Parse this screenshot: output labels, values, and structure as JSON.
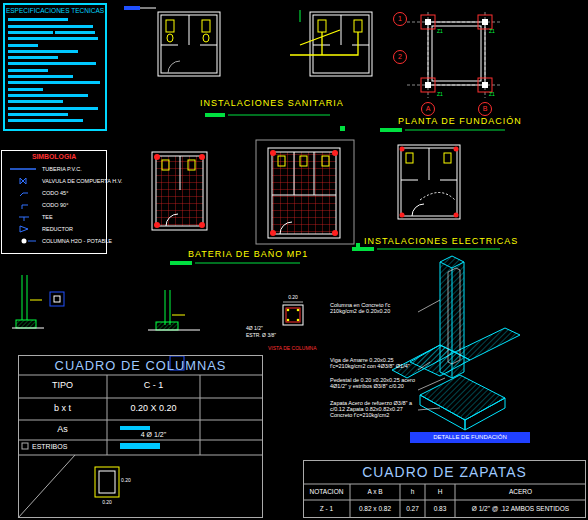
{
  "diagram": {
    "nodes": [
      {
        "text": [
          "ESPECIFICACIONES TECNICAS"
        ]
      },
      {
        "text": [
          "SIMBOLOGIA"
        ]
      },
      {
        "text": [
          "CUADRO DE COLUMNAS"
        ]
      },
      {
        "text": [
          "CUADRO DE ZAPATAS"
        ]
      }
    ],
    "labels": [
      "INSTALACIONES SANITARIA",
      "PLANTA DE FUNDACIÓN",
      "BATERIA DE BAÑO MP1",
      "INSTALACIONES ELECTRICAS",
      "1",
      "2",
      "A",
      "B",
      "Z1",
      "Z1",
      "Z1",
      "Z1",
      "TIPO",
      "C - 1",
      "b x t",
      "0.20 X 0.20",
      "As",
      "4 Ø 1/2\"",
      "ESTRIBOS",
      "0.20",
      "0.20",
      "NOTACION",
      "A x B",
      "h",
      "H",
      "ACERO",
      "Z - 1",
      "0.82 x 0.82",
      "0.27",
      "0.83",
      "Ø 1/2\" @ .12 AMBOS SENTIDOS",
      "Columna en Concreto f'c 210kg/cm2 de 0.20x0.20",
      "Viga de Amarre 0.20x0.25 f'c=210kg/cm2 con 4Ø3/8\" Ø1/4\"",
      "Pedestal de 0.20 x0.20x0.25 acero 4Ø1/2\" y estribos Ø3/8\" c/0.20",
      "Zapata Acero de refuerzo Ø3/8\" a c/0.12 Zapata 0.82x0.82x0.27 Concreto f'c=210kg/cm2",
      "DETALLE DE FUNDACIÓN",
      "VISTA DE COLUMNA",
      "0.20",
      "4Ø 1/2\"",
      "ESTR. Ø 3/8\""
    ],
    "legend": [
      {
        "text": "TUBERIA P.V.C."
      },
      {
        "text": "VALVULA DE COMPUERTA H.V."
      },
      {
        "text": "CODO 45°"
      },
      {
        "text": "CODO 90°"
      },
      {
        "text": "TEE"
      },
      {
        "text": "REDUCTOR"
      },
      {
        "text": "COLUMNA H2O - POTABLE"
      }
    ]
  }
}
